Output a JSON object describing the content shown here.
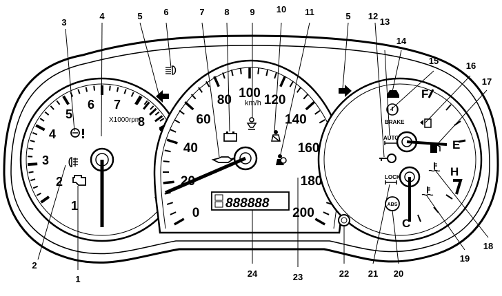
{
  "tachometer": {
    "numbers": [
      "1",
      "2",
      "3",
      "4",
      "5",
      "6",
      "7",
      "8"
    ],
    "unit": "X1000rpm"
  },
  "speedometer": {
    "numbers": [
      "0",
      "20",
      "40",
      "60",
      "80",
      "100",
      "120",
      "140",
      "160",
      "180",
      "200"
    ],
    "unit": "km/h",
    "odometer": "888888"
  },
  "fuel_gauge": {
    "full": "F",
    "empty": "E"
  },
  "temp_gauge": {
    "hot": "H",
    "cold": "C"
  },
  "indicator_text": {
    "brake": "BRAKE",
    "auto": "AUTO",
    "lock": "LOCK",
    "abs": "ABS"
  },
  "callouts": [
    "1",
    "2",
    "3",
    "4",
    "5",
    "5",
    "6",
    "7",
    "8",
    "9",
    "10",
    "11",
    "12",
    "13",
    "14",
    "15",
    "16",
    "17",
    "18",
    "19",
    "20",
    "21",
    "22",
    "23",
    "24"
  ],
  "icons": [
    "check-engine-icon",
    "fog-light-icon",
    "oil-pressure-warning-icon",
    "turn-signal-left-icon",
    "turn-signal-right-icon",
    "high-beam-icon",
    "oil-can-icon",
    "battery-icon",
    "seatbelt-icon",
    "passenger-airbag-icon",
    "airbag-icon",
    "key-icon",
    "auto-4wd-icon",
    "door-open-icon",
    "brake-warning-icon",
    "fuel-door-icon",
    "fuel-pump-icon",
    "coolant-temp-icon",
    "abs-icon",
    "lock-4wd-icon",
    "reset-knob-icon"
  ]
}
